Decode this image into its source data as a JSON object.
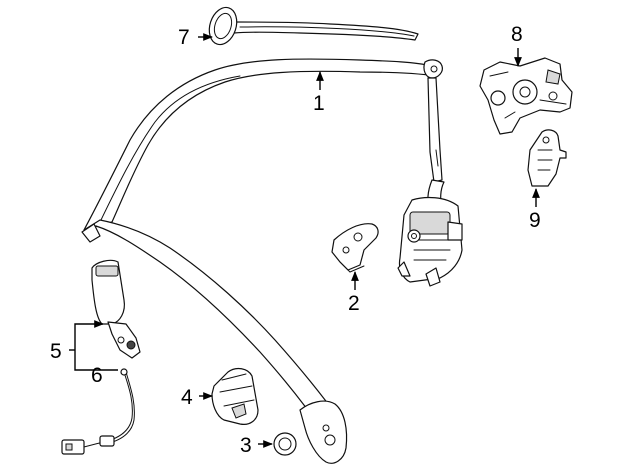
{
  "callouts": {
    "c1": "1",
    "c2": "2",
    "c3": "3",
    "c4": "4",
    "c5": "5",
    "c6": "6",
    "c7": "7",
    "c8": "8",
    "c9": "9"
  },
  "colors": {
    "line": "#111111",
    "background": "#ffffff",
    "shade": "#d9d9d9"
  }
}
